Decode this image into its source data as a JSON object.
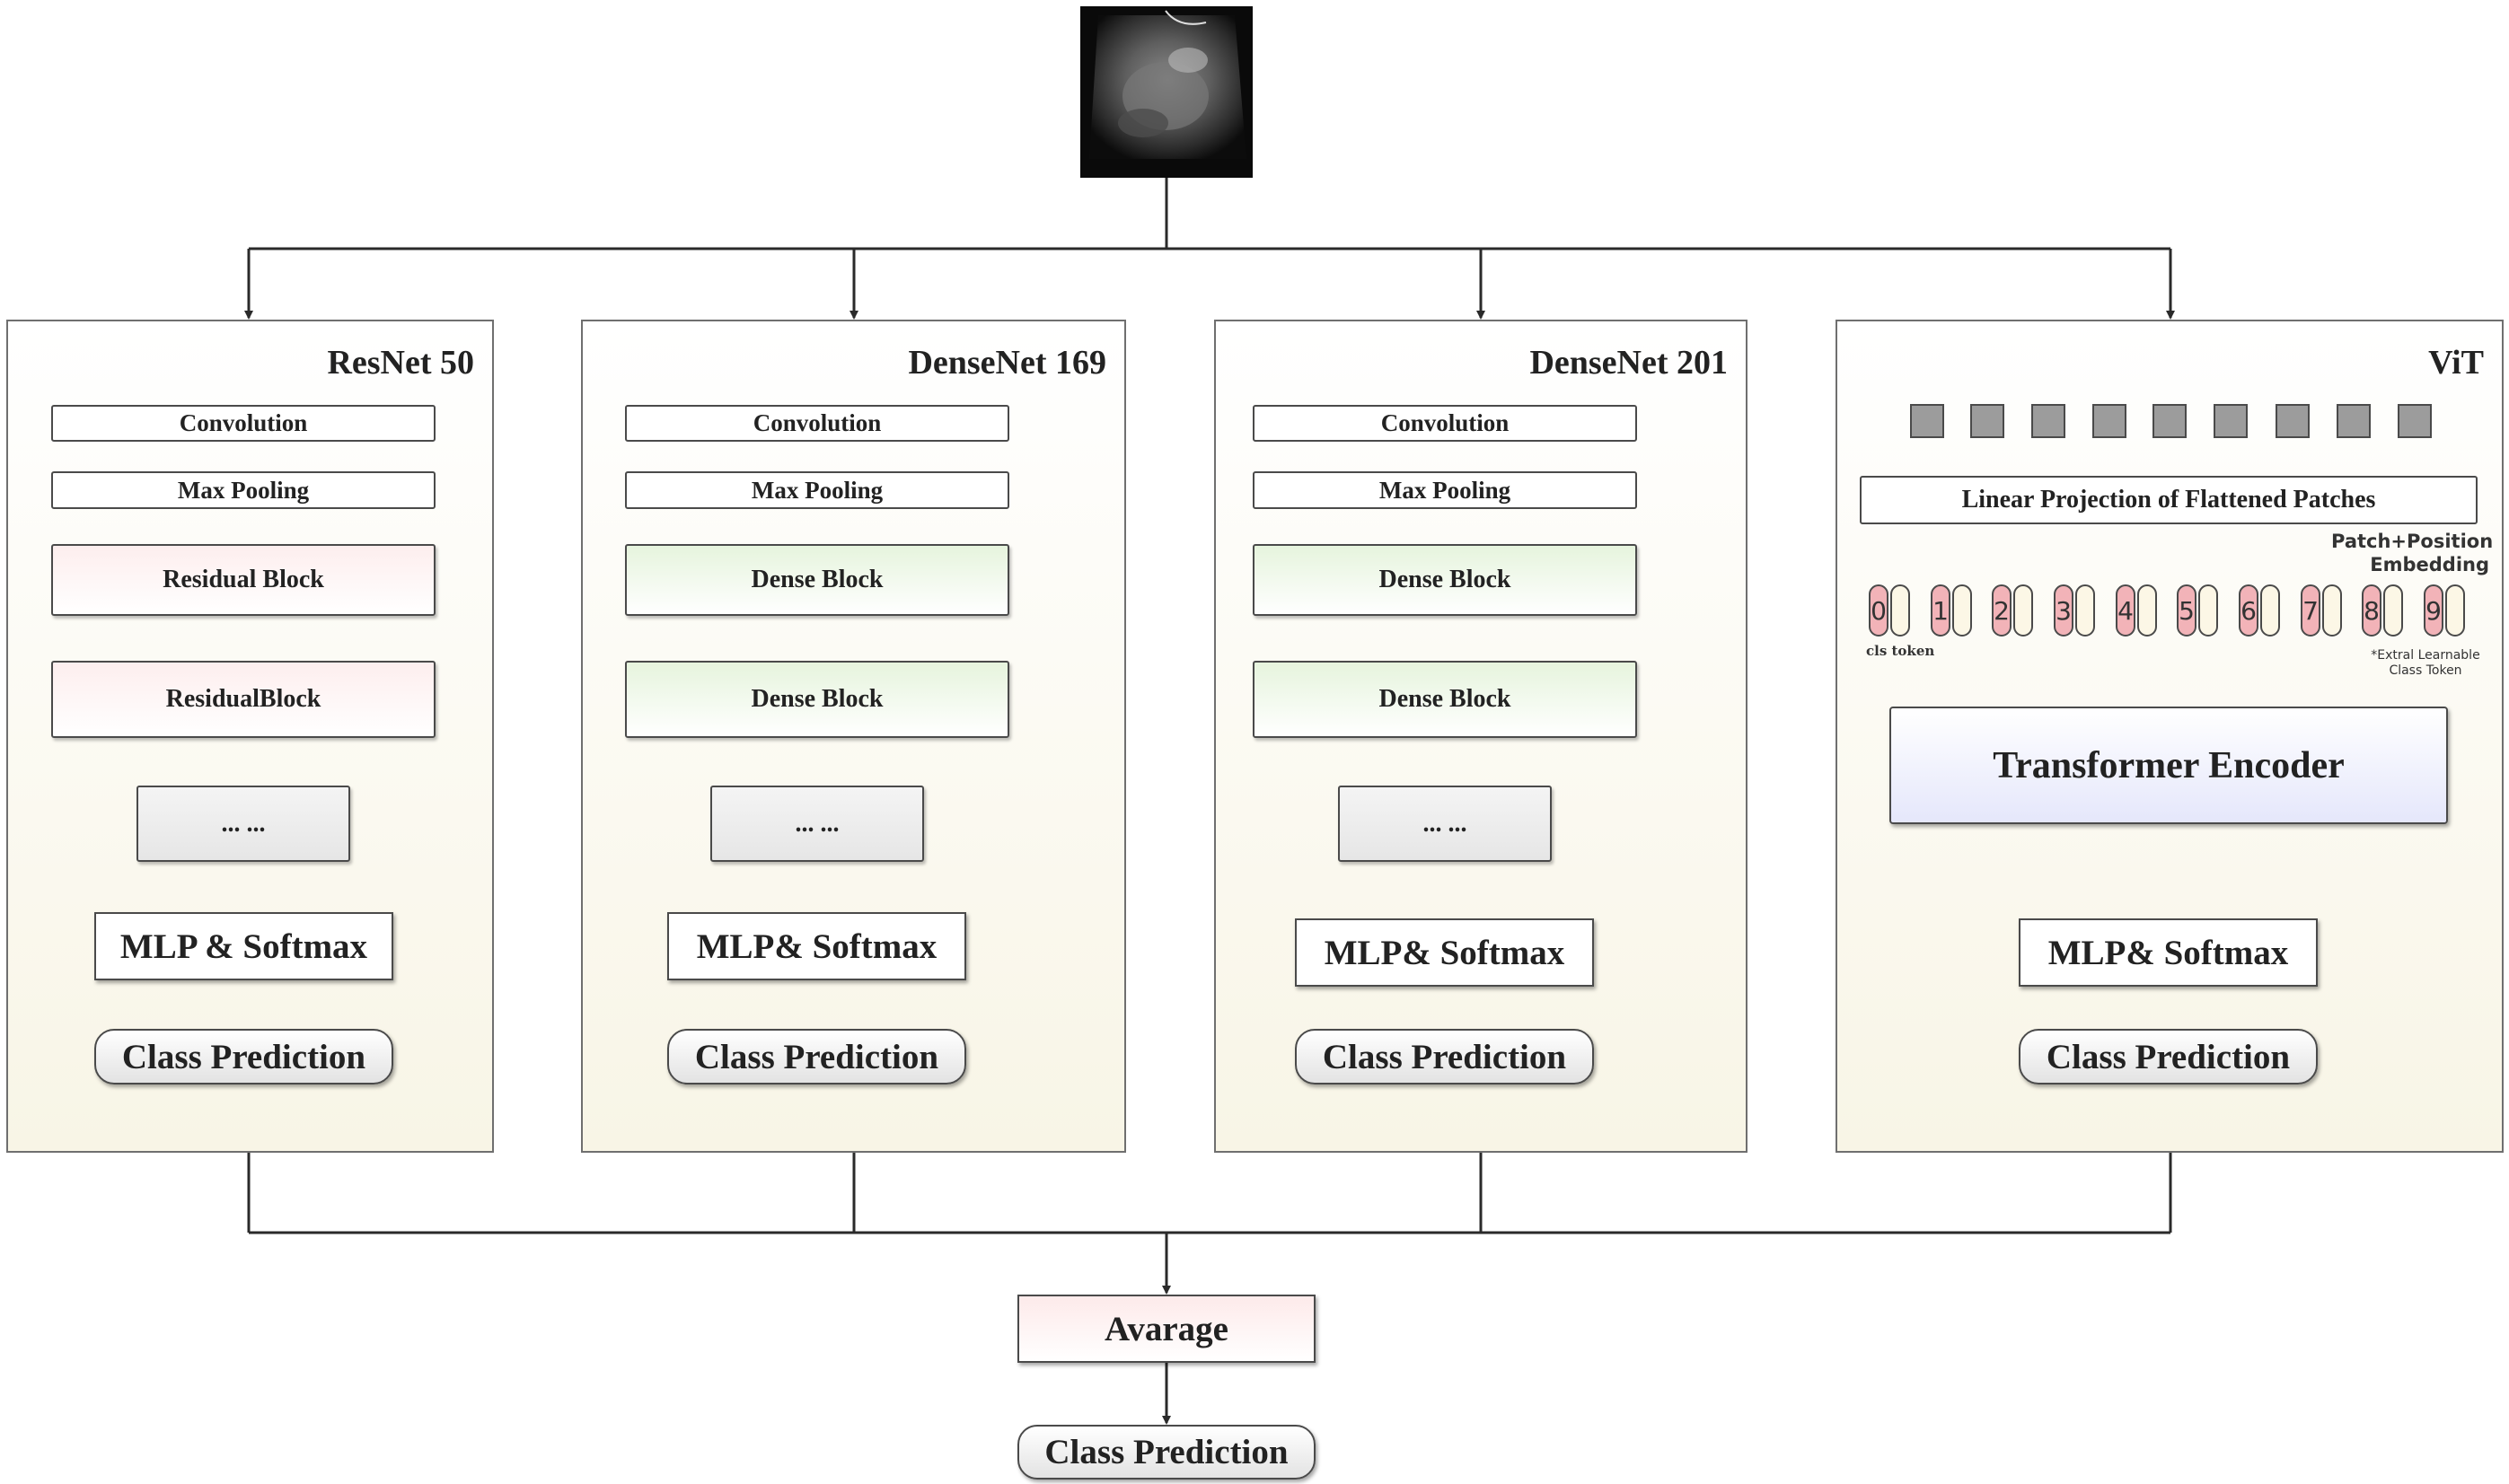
{
  "input_image": {
    "icon": "ultrasound-image"
  },
  "panels": {
    "resnet": {
      "title": "ResNet 50",
      "conv": "Convolution",
      "pool": "Max Pooling",
      "block1": "Residual Block",
      "block2": "ResidualBlock",
      "dots": "... ...",
      "mlp": "MLP & Softmax",
      "pred": "Class Prediction"
    },
    "densenet169": {
      "title": "DenseNet 169",
      "conv": "Convolution",
      "pool": "Max Pooling",
      "block1": "Dense Block",
      "block2": "Dense Block",
      "dots": "... ...",
      "mlp": "MLP& Softmax",
      "pred": "Class Prediction"
    },
    "densenet201": {
      "title": "DenseNet 201",
      "conv": "Convolution",
      "pool": "Max Pooling",
      "block1": "Dense Block",
      "block2": "Dense Block",
      "dots": "... ...",
      "mlp": "MLP& Softmax",
      "pred": "Class Prediction"
    },
    "vit": {
      "title": "ViT",
      "projection": "Linear Projection of Flattened Patches",
      "embedding_label_1": "Patch+Position",
      "embedding_label_2": "Embedding",
      "tokens": [
        "0",
        "1",
        "2",
        "3",
        "4",
        "5",
        "6",
        "7",
        "8",
        "9"
      ],
      "cls_label": "cls token",
      "extra_label_1": "*Extral Learnable",
      "extra_label_2": "Class  Token",
      "encoder": "Transformer Encoder",
      "mlp": "MLP& Softmax",
      "pred": "Class Prediction"
    }
  },
  "ensemble": {
    "average": "Avarage",
    "pred": "Class Prediction"
  },
  "colors": {
    "residual_fill": "#fdeeee",
    "dense_fill": "#e6f4dd",
    "token_fill": "#f2b3b8",
    "encoder_fill": "#e5e7fb",
    "patch_fill": "#9c9c9c"
  }
}
